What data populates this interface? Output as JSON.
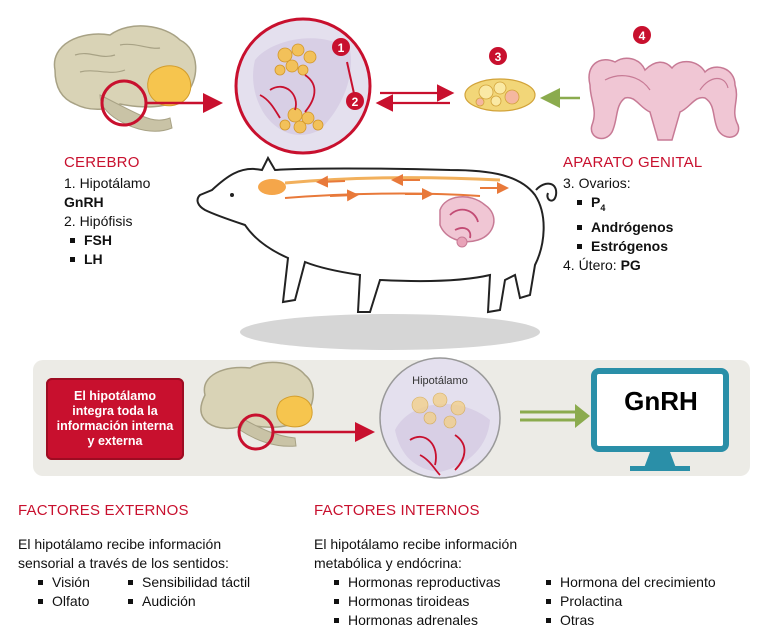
{
  "brain_section": {
    "title": "CEREBRO",
    "items": [
      {
        "num": "1. Hipotálamo",
        "sub": "GnRH"
      },
      {
        "num": "2. Hipófisis",
        "bullets": [
          "FSH",
          "LH"
        ]
      }
    ]
  },
  "genital_section": {
    "title": "APARATO GENITAL",
    "ovaries_label": "3. Ovarios:",
    "ovary_bullets": [
      {
        "base": "P",
        "sub": "4"
      },
      {
        "base": "Andrógenos"
      },
      {
        "base": "Estrógenos"
      }
    ],
    "uterus_label": "4. Útero: ",
    "uterus_hormone": "PG"
  },
  "markers": [
    "1",
    "2",
    "3",
    "4"
  ],
  "hypothalamus_box": {
    "text": "El hipotálamo integra toda la información interna y externa"
  },
  "zoom_label": "Hipotálamo",
  "monitor_text": "GnRH",
  "external_factors": {
    "title": "FACTORES EXTERNOS",
    "intro_line1": "El hipotálamo recibe información",
    "intro_line2": "sensorial a través de los sentidos:",
    "col1": [
      "Visión",
      "Olfato"
    ],
    "col2": [
      "Sensibilidad táctil",
      "Audición"
    ]
  },
  "internal_factors": {
    "title": "FACTORES INTERNOS",
    "intro_line1": "El hipotálamo recibe información",
    "intro_line2": "metabólica y endócrina:",
    "col1": [
      "Hormonas reproductivas",
      "Hormonas tiroideas",
      "Hormonas adrenales"
    ],
    "col2": [
      "Hormona del crecimiento",
      "Prolactina",
      "Otras"
    ]
  },
  "colors": {
    "accent_red": "#c8102e",
    "brain": "#d9d3b6",
    "pituitary": "#f6c54e",
    "ovary": "#f2d678",
    "uterus": "#e8a3b8",
    "arrow_green": "#8bab4e",
    "monitor": "#2a8fa8",
    "panel_bg": "#ecebe6"
  }
}
